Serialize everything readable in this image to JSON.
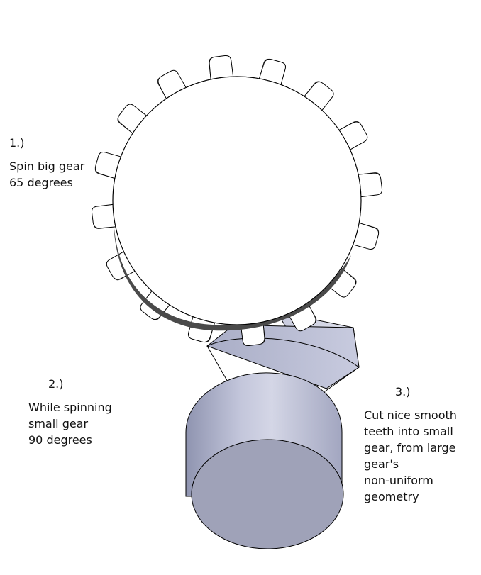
{
  "annotations": [
    {
      "number": "1.)",
      "lines": [
        "Spin big gear",
        "65 degrees"
      ]
    },
    {
      "number": "2.)",
      "lines": [
        "While spinning",
        "small gear",
        "90 degrees"
      ]
    },
    {
      "number": "3.)",
      "lines": [
        "Cut nice smooth",
        "teeth into small",
        "gear, from large",
        "gear's",
        "non-uniform",
        "geometry"
      ]
    }
  ],
  "colors": {
    "gear_face": "#ffffff",
    "gear_shadow": "#4a4a4a",
    "cylinder_light": "#c9ccdf",
    "cylinder_mid": "#a9adc6",
    "cylinder_dark": "#8c91ad",
    "cylinder_face": "#9fa2b8",
    "outline": "#000000"
  },
  "big_gear": {
    "tooth_count": 16
  }
}
